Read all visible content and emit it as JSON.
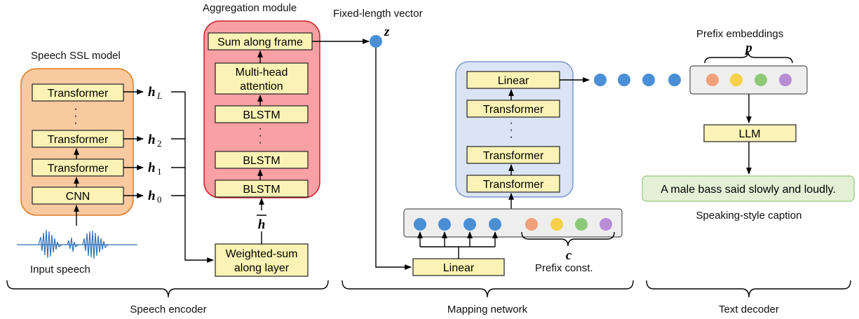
{
  "speech_encoder": {
    "title": "Speech SSL model",
    "blocks": [
      "Transformer",
      "·",
      "·",
      "·",
      "Transformer",
      "Transformer",
      "CNN"
    ],
    "hidden_main": [
      "h",
      "h",
      "h",
      "h"
    ],
    "hidden_sub": [
      "L",
      "2",
      "1",
      "0"
    ],
    "input_label": "Input speech",
    "weighted_sum": [
      "Weighted-sum",
      "along layer"
    ],
    "hbar": "h",
    "section_label": "Speech encoder"
  },
  "aggregation": {
    "title": "Aggregation module",
    "blocks": [
      "Sum along frame",
      "Multi-head",
      "attention",
      "BLSTM",
      "BLSTM",
      "BLSTM"
    ],
    "dots": [
      "·",
      "·",
      "·"
    ]
  },
  "vector": {
    "label": "Fixed-length vector",
    "symbol": "z"
  },
  "mapping": {
    "blocks": [
      "Linear",
      "Transformer",
      "Transformer",
      "Transformer"
    ],
    "dots": [
      "·",
      "·",
      "·"
    ],
    "input_linear": "Linear",
    "prefix_symbol": "c",
    "prefix_label": "Prefix const.",
    "section_label": "Mapping network"
  },
  "decoder": {
    "prefix_title": "Prefix embeddings",
    "prefix_symbol": "p",
    "llm": "LLM",
    "caption": "A male bass said slowly and loudly.",
    "caption_label": "Speaking-style caption",
    "section_label": "Text decoder"
  },
  "colors": {
    "encoder_bg": "#f9c9a0",
    "encoder_border": "#e07b22",
    "agg_bg": "#f8a0a4",
    "agg_border": "#d11f26",
    "map_bg": "#dbe4f5",
    "map_border": "#7b95c9",
    "block_fill": "#fbf3b5",
    "dot_blue": "#4a8fd6",
    "dot_orange": "#f0a07a",
    "dot_yellow": "#f7d04a",
    "dot_green": "#8ec97a",
    "dot_purple": "#b98cd6",
    "caption_bg": "#e3f0d6",
    "caption_border": "#98c47e",
    "waveform": "#2f6fb8"
  }
}
